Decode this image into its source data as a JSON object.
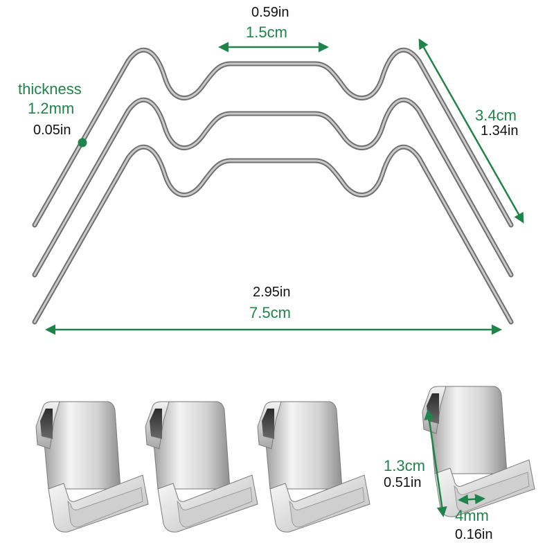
{
  "colors": {
    "accent_green": "#1e8449",
    "label_black": "#111111",
    "wire_gray": "#8a8a8a",
    "clip_light": "#eeeeee",
    "clip_dark": "#777777"
  },
  "wire": {
    "top_width_in": "0.59in",
    "top_width_cm": "1.5cm",
    "thickness_label": "thickness",
    "thickness_mm": "1.2mm",
    "thickness_in": "0.05in",
    "side_cm": "3.4cm",
    "side_in": "1.34in",
    "total_in": "2.95in",
    "total_cm": "7.5cm"
  },
  "clip": {
    "height_cm": "1.3cm",
    "height_in": "0.51in",
    "depth_mm": "4mm",
    "depth_in": "0.16in"
  }
}
